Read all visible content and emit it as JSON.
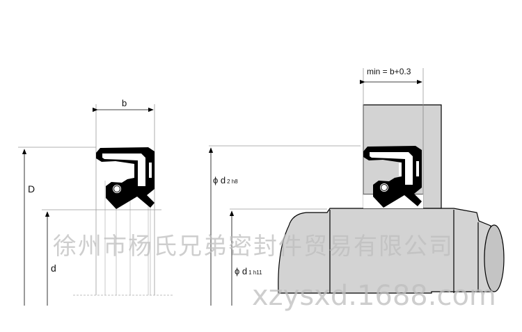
{
  "left_drawing": {
    "width_label": "b",
    "outer_diameter_label": "D",
    "inner_diameter_label": "d"
  },
  "right_drawing": {
    "groove_width_label": "min = b+0.3",
    "bore_label": {
      "symbol": "ϕ",
      "main": "d",
      "sub": "2 h8"
    },
    "shaft_label": {
      "symbol": "ϕ",
      "main": "d",
      "sub": "1 h11"
    }
  },
  "watermark": {
    "company": "徐州市杨氏兄弟密封件贸易有限公司",
    "url": "xzysxd.1688.com"
  },
  "colors": {
    "seal": "#000000",
    "housing": "#d3d3d3",
    "lines": "#999999"
  }
}
